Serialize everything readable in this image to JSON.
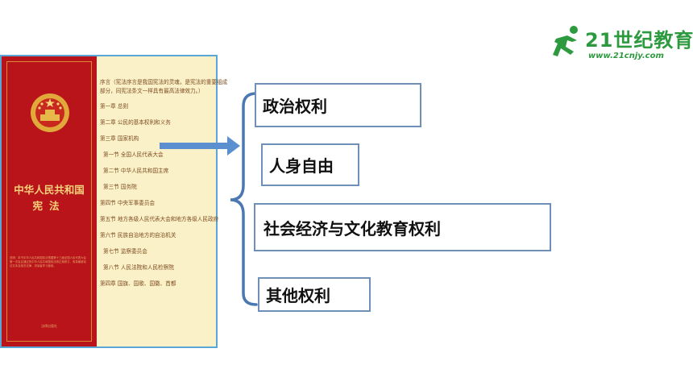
{
  "logo": {
    "brand_text": "21世纪教育",
    "url_text": "www.21cnjy.com",
    "color": "#2e9a3f"
  },
  "constitution_cover": {
    "title_line1": "中华人民共和国",
    "title_line2": "宪法",
    "publisher": "法律出版社",
    "fine_print": "说明：本书中华人民共和国宪法根据第十三届全国人民代表大会第一次会议通过的中华人民共和国宪法修正案修订，收录最新宪法文本及相关法律，供读者学习使用。"
  },
  "table_of_contents": [
    "序言（宪法序言是我国宪法的灵魂，是宪法的重要组成",
    "部分，同宪法条文一样具有最高法律效力。）",
    "第一章 总则",
    "第二章 公民的基本权利和义务",
    "第三章 国家机构",
    "第一节 全国人民代表大会",
    "第二节 中华人民共和国主席",
    "第三节 国务院",
    "第四节 中央军事委员会",
    "第五节 地方各级人民代表大会和地方各级人民政府",
    "第六节 民族自治地方的自治机关",
    "第七节 监察委员会",
    "第八节 人民法院和人民检察院",
    "第四章 国旗、国歌、国徽、首都"
  ],
  "rights": [
    "政治权利",
    "人身自由",
    "社会经济与文化教育权利",
    "其他权利"
  ],
  "colors": {
    "box_border": "#6e90b8",
    "brace": "#4a78b0",
    "arrow": "#5b8fd0",
    "cover_red": "#b8141a",
    "page_cream": "#fbf1c9"
  }
}
